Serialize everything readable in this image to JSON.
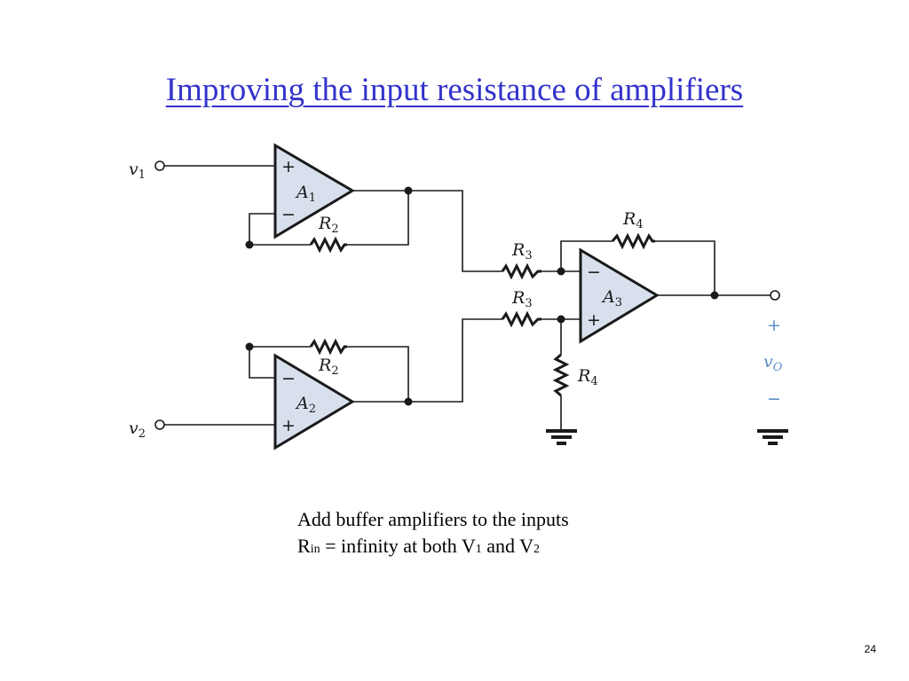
{
  "slide": {
    "title": "Improving the input resistance of amplifiers",
    "page_number": "24"
  },
  "circuit": {
    "inputs": {
      "v1": {
        "symbol": "v",
        "sub": "1"
      },
      "v2": {
        "symbol": "v",
        "sub": "2"
      }
    },
    "opamps": [
      {
        "symbol": "A",
        "sub": "1"
      },
      {
        "symbol": "A",
        "sub": "2"
      },
      {
        "symbol": "A",
        "sub": "3"
      }
    ],
    "resistors": {
      "r2_top": {
        "symbol": "R",
        "sub": "2"
      },
      "r2_bottom": {
        "symbol": "R",
        "sub": "2"
      },
      "r3_top": {
        "symbol": "R",
        "sub": "3"
      },
      "r3_bottom": {
        "symbol": "R",
        "sub": "3"
      },
      "r4_feedback": {
        "symbol": "R",
        "sub": "4"
      },
      "r4_ground": {
        "symbol": "R",
        "sub": "4"
      }
    },
    "signs": {
      "plus": "+",
      "minus": "−"
    },
    "output": {
      "plus": "+",
      "symbol": "v",
      "sub": "O",
      "minus": "−"
    }
  },
  "notes": {
    "line1": "Add buffer amplifiers to the inputs",
    "line2": {
      "r": "R",
      "r_sub": "in",
      "mid": " = infinity at both V",
      "v1_sub": "1",
      "and": " and V",
      "v2_sub": "2"
    }
  }
}
